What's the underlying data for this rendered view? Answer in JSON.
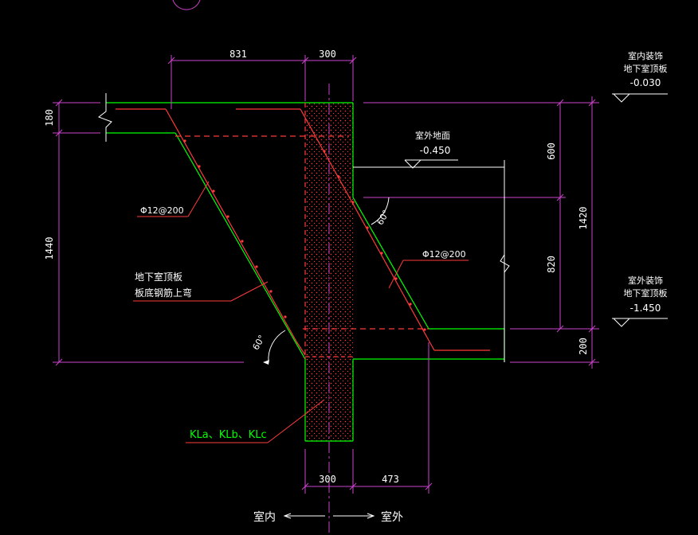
{
  "dimensions": {
    "top_left": "831",
    "top_right": "300",
    "bottom_wall": "300",
    "bottom_right": "473",
    "left_upper": "180",
    "left_lower": "1440",
    "right_600": "600",
    "right_820": "820",
    "right_1420": "1420",
    "right_200": "200"
  },
  "levels": {
    "top": {
      "line1": "室内装饰",
      "line2": "地下室顶板",
      "value": "-0.030"
    },
    "outdoor": {
      "line1": "室外地面",
      "value": "-0.450"
    },
    "lower": {
      "line1": "室外装饰",
      "line2": "地下室顶板",
      "value": "-1.450"
    }
  },
  "labels": {
    "rebar_left": "Φ12@200",
    "rebar_right": "Φ12@200",
    "note_line1": "地下室顶板",
    "note_line2": "板底钢筋上弯",
    "angle_left": "60°",
    "angle_right": "60°",
    "beam": "KLa、KLb、KLc",
    "indoor": "室内",
    "outdoor": "室外"
  },
  "colors": {
    "background": "#000000",
    "concrete": "#00ff00",
    "rebar": "#ff3b3b",
    "dimension": "#cc44cc",
    "text": "#ffffff",
    "beam_label": "#00ff00"
  }
}
